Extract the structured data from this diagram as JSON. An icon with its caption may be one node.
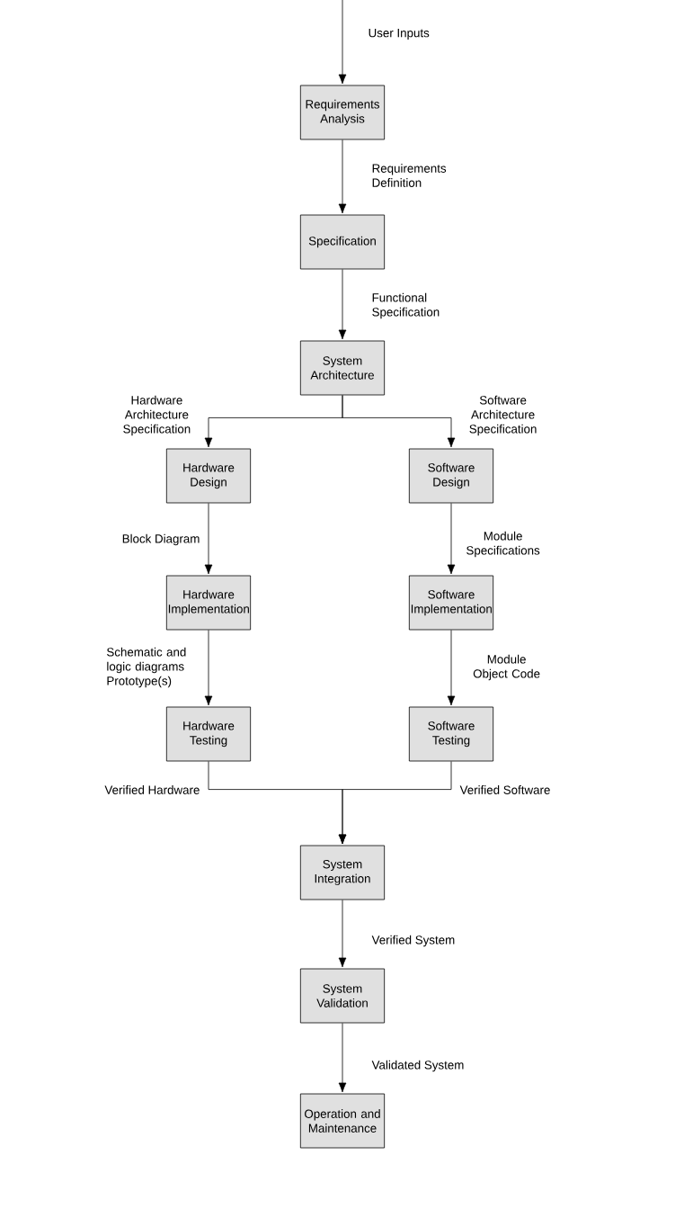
{
  "diagram": {
    "nodes": [
      {
        "text": [
          "Requirements Analysis"
        ]
      },
      {
        "text": [
          "Specification"
        ]
      },
      {
        "text": [
          "System Architecture"
        ]
      },
      {
        "text": [
          "Hardware Design"
        ]
      },
      {
        "text": [
          "Software Design"
        ]
      },
      {
        "text": [
          "Hardware Implementation"
        ]
      },
      {
        "text": [
          "Software Implementation"
        ]
      },
      {
        "text": [
          "Hardware Testing"
        ]
      },
      {
        "text": [
          "Software Testing"
        ]
      },
      {
        "text": [
          "System Integration"
        ]
      },
      {
        "text": [
          "System Validation"
        ]
      },
      {
        "text": [
          "Operation and Maintenance"
        ]
      }
    ],
    "edges": [
      {
        "from": null,
        "to": 0,
        "arrow": "to",
        "label": "User Inputs"
      },
      {
        "from": 0,
        "to": 1,
        "arrow": "to",
        "label": "Requirements Definition"
      },
      {
        "from": 1,
        "to": 2,
        "arrow": "to",
        "label": "Functional Specification"
      },
      {
        "from": 2,
        "to": 3,
        "arrow": "to",
        "label": "Hardware Architecture Specification"
      },
      {
        "from": 2,
        "to": 4,
        "arrow": "to",
        "label": "Software Architecture Specification"
      },
      {
        "from": 3,
        "to": 5,
        "arrow": "to",
        "label": "Block Diagram"
      },
      {
        "from": 4,
        "to": 6,
        "arrow": "to",
        "label": "Module Specifications"
      },
      {
        "from": 5,
        "to": 7,
        "arrow": "to",
        "label": "Schematic and logic diagrams Prototype(s)"
      },
      {
        "from": 6,
        "to": 8,
        "arrow": "to",
        "label": "Module Object Code"
      },
      {
        "from": 7,
        "to": 9,
        "arrow": "to",
        "label": "Verified Hardware"
      },
      {
        "from": 8,
        "to": 9,
        "arrow": "to",
        "label": "Verified Software"
      },
      {
        "from": 9,
        "to": 10,
        "arrow": "to",
        "label": "Verified System"
      },
      {
        "from": 10,
        "to": 11,
        "arrow": "to",
        "label": "Validated System"
      }
    ]
  }
}
